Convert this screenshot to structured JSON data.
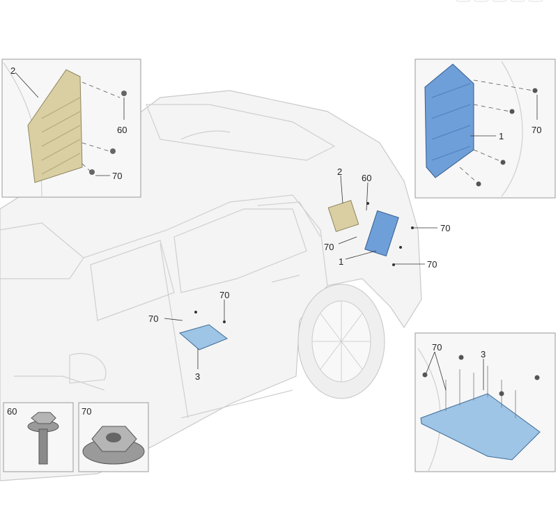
{
  "diagram": {
    "main_callouts": {
      "c1": "2",
      "c2": "60",
      "c3": "70",
      "c4": "70",
      "c5": "1",
      "c6": "70",
      "c7": "70",
      "c8": "70",
      "c9": "3"
    },
    "inset_top_left": {
      "part": "2",
      "screw": "60",
      "nut": "70"
    },
    "inset_top_right": {
      "part": "1",
      "nut": "70"
    },
    "inset_bottom_right": {
      "nut": "70",
      "part": "3"
    },
    "inset_screw": {
      "label": "60"
    },
    "inset_nut": {
      "label": "70"
    },
    "colors": {
      "module_2": "#d9cfa3",
      "module_1": "#6f9fd8",
      "module_3": "#9ec4e6"
    }
  }
}
